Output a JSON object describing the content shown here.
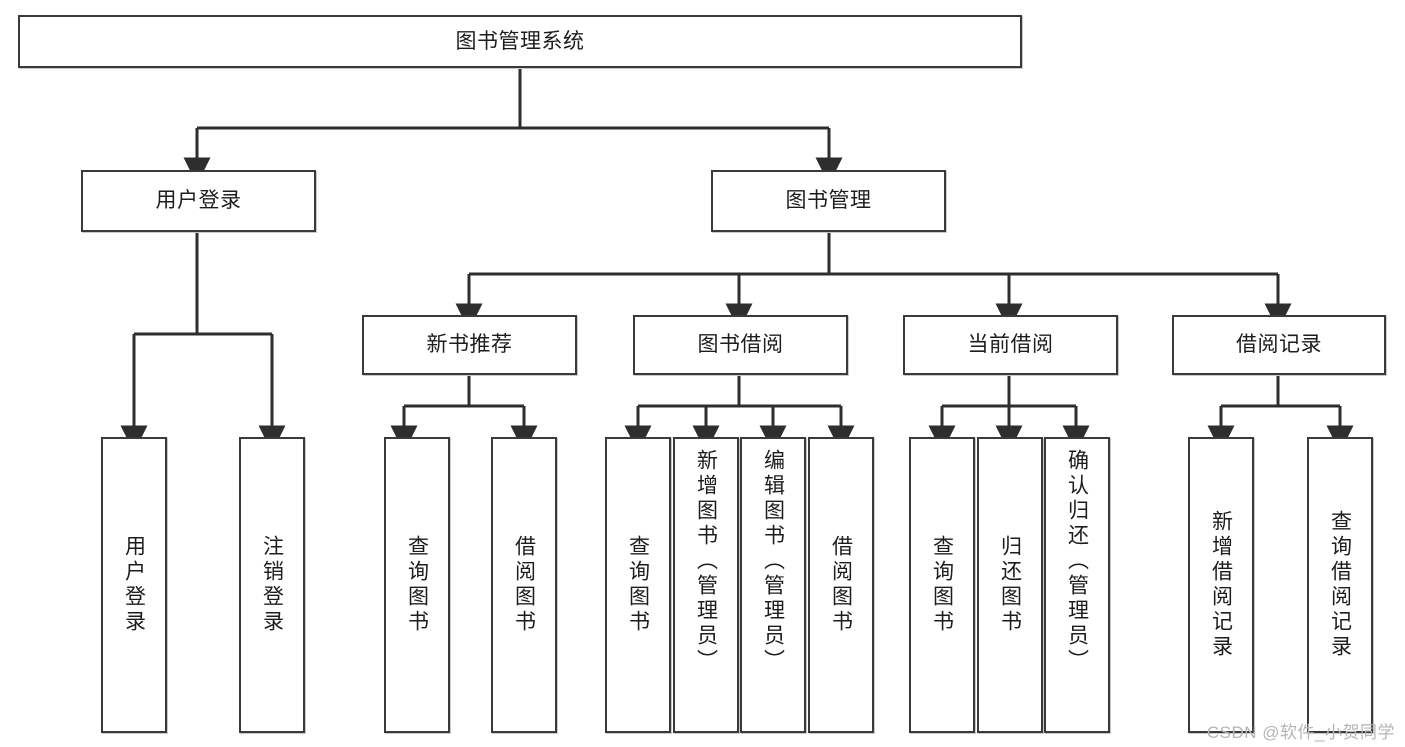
{
  "diagram": {
    "type": "tree",
    "title": "图书管理系统",
    "root": {
      "label": "图书管理系统"
    },
    "level2": [
      {
        "label": "用户登录"
      },
      {
        "label": "图书管理"
      }
    ],
    "level3": [
      {
        "label": "新书推荐"
      },
      {
        "label": "图书借阅"
      },
      {
        "label": "当前借阅"
      },
      {
        "label": "借阅记录"
      }
    ],
    "leaves": {
      "user_login": [
        {
          "label": "用户登录"
        },
        {
          "label": "注销登录"
        }
      ],
      "new_book": [
        {
          "label": "查询图书"
        },
        {
          "label": "借阅图书"
        }
      ],
      "borrow_book": [
        {
          "label": "查询图书"
        },
        {
          "label": "新增图书（管理员）"
        },
        {
          "label": "编辑图书（管理员）"
        },
        {
          "label": "借阅图书"
        }
      ],
      "current_borrow": [
        {
          "label": "查询图书"
        },
        {
          "label": "归还图书"
        },
        {
          "label": "确认归还（管理员）"
        }
      ],
      "borrow_record": [
        {
          "label": "新增借阅记录"
        },
        {
          "label": "查询借阅记录"
        }
      ]
    }
  },
  "watermark": {
    "text": "CSDN @软件_小贺同学"
  },
  "colors": {
    "stroke": "#3a3a3a",
    "box_fill": "#ffffff",
    "text": "#1d1d1d",
    "watermark": "#b5b5b5",
    "shadow": "#c9c9c9"
  }
}
